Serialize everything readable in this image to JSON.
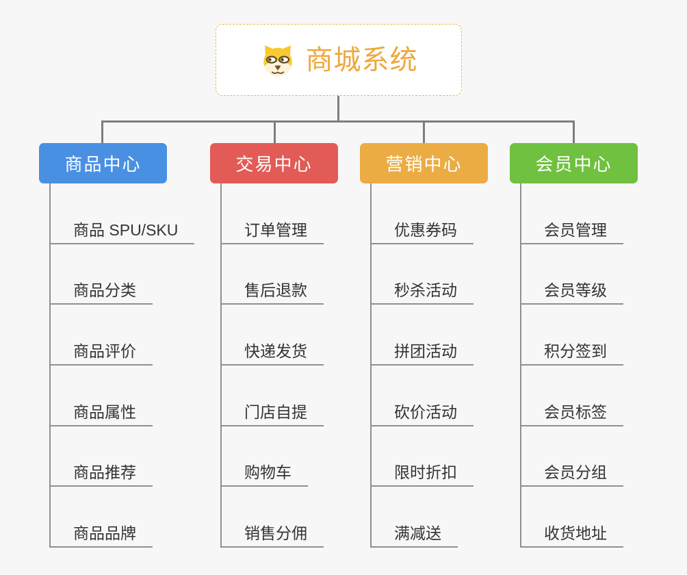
{
  "canvas": {
    "background": "#f7f7f7",
    "connector_color": "#7d7d7d"
  },
  "root": {
    "title": "商城系统",
    "icon": "dog-face-icon",
    "title_color": "#efa73e",
    "border_color": "#f1b44f"
  },
  "branches": [
    {
      "label": "商品中心",
      "color": "#4a90e2",
      "children": [
        "商品 SPU/SKU",
        "商品分类",
        "商品评价",
        "商品属性",
        "商品推荐",
        "商品品牌"
      ]
    },
    {
      "label": "交易中心",
      "color": "#e25b56",
      "children": [
        "订单管理",
        "售后退款",
        "快递发货",
        "门店自提",
        "购物车",
        "销售分佣"
      ]
    },
    {
      "label": "营销中心",
      "color": "#ebac44",
      "children": [
        "优惠券码",
        "秒杀活动",
        "拼团活动",
        "砍价活动",
        "限时折扣",
        "满减送"
      ]
    },
    {
      "label": "会员中心",
      "color": "#6fc13f",
      "children": [
        "会员管理",
        "会员等级",
        "积分签到",
        "会员标签",
        "会员分组",
        "收货地址"
      ]
    }
  ]
}
